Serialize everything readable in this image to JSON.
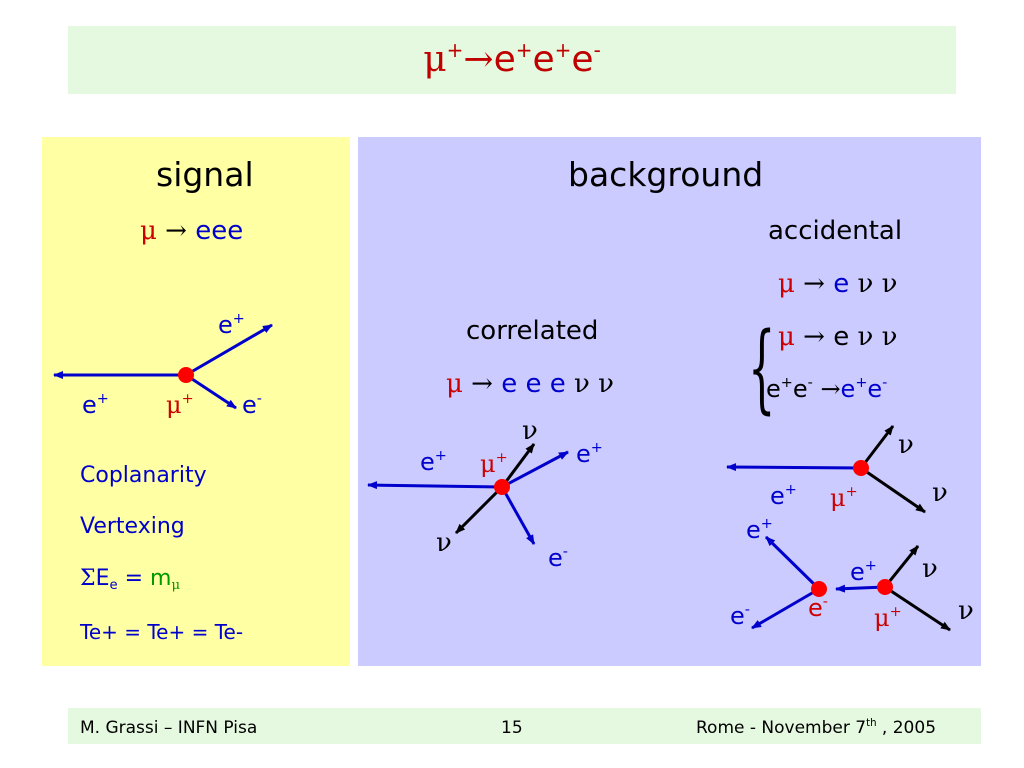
{
  "title": {
    "prefix": "μ",
    "sup1": "+",
    "arrow": "→",
    "e1": "e",
    "sup2": "+",
    "e2": "e",
    "sup3": "+",
    "e3": "e",
    "sup4": "-"
  },
  "signal": {
    "heading": "signal",
    "decay": {
      "mu": "μ",
      "arrow": "→",
      "products": "eee"
    },
    "diagram": {
      "e_plus_top": "e",
      "e_plus_left": "e",
      "mu": "μ",
      "e_minus": "e",
      "plus": "+",
      "minus": "-"
    },
    "criteria": {
      "coplanarity": "Coplanarity",
      "vertexing": "Vertexing",
      "sum_sigma": "Σ",
      "sum_E": "E",
      "sum_sub_e": "e",
      "sum_eq": "=",
      "sum_m": "m",
      "sum_sub_mu": "μ",
      "timing": "Te+ = Te+ = Te-"
    }
  },
  "background": {
    "heading": "background",
    "correlated": {
      "label": "correlated",
      "decay": {
        "mu": "μ",
        "arrow": "→",
        "products": "e e e",
        "nus": "ν ν"
      },
      "diagram": {
        "nu_top": "ν",
        "e_plus_left": "e",
        "mu": "μ",
        "e_plus_right": "e",
        "nu_left": "ν",
        "e_minus": "e"
      }
    },
    "accidental": {
      "label": "accidental",
      "decay1": {
        "mu": "μ",
        "arrow": "→",
        "e": "e",
        "nus": "ν ν"
      },
      "decay2": {
        "mu": "μ",
        "arrow": "→",
        "e": "e",
        "nus": "ν ν"
      },
      "conversion": {
        "e1": "e",
        "e2": "e",
        "arrow": "→",
        "e3": "e",
        "e4": "e"
      },
      "diagram1": {
        "nu_top": "ν",
        "e_plus": "e",
        "mu": "μ",
        "nu_right": "ν"
      },
      "diagram2": {
        "e_plus_top": "e",
        "e_plus_mid": "e",
        "nu_top": "ν",
        "e_minus_left": "e",
        "e_minus_mid": "e",
        "mu": "μ",
        "nu_right": "ν"
      }
    }
  },
  "footer": {
    "author": "M. Grassi – INFN Pisa",
    "page": "15",
    "place_date": "Rome -  November 7",
    "date_sup": "th",
    "year": " , 2005"
  },
  "colors": {
    "title_band": "#e5f9e0",
    "signal_panel": "#ffffa3",
    "background_panel": "#cccbff",
    "track": "#0000cc",
    "vertex": "#ff0000"
  }
}
